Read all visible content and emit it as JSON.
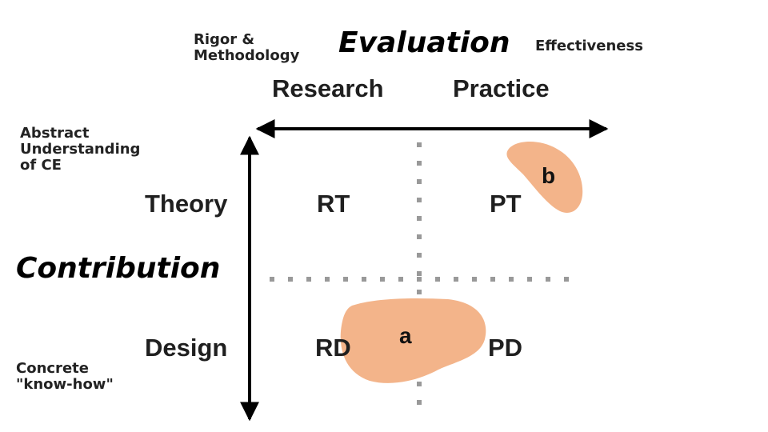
{
  "evaluation": {
    "title": "Evaluation",
    "left_note": [
      "Rigor &",
      "Methodology"
    ],
    "right_note": "Effectiveness",
    "left_end": "Research",
    "right_end": "Practice"
  },
  "contribution": {
    "title": "Contribution",
    "top_note": [
      "Abstract",
      "Understanding",
      "of CE"
    ],
    "bottom_note": [
      "Concrete",
      "\"know-how\""
    ],
    "top_end": "Theory",
    "bottom_end": "Design"
  },
  "quadrants": {
    "rt": "RT",
    "pt": "PT",
    "rd": "RD",
    "pd": "PD"
  },
  "blobs": {
    "a": {
      "label": "a",
      "color": "#f3b48a"
    },
    "b": {
      "label": "b",
      "color": "#f3b48a"
    }
  },
  "colors": {
    "axis": "#000000",
    "divider": "#999999"
  }
}
